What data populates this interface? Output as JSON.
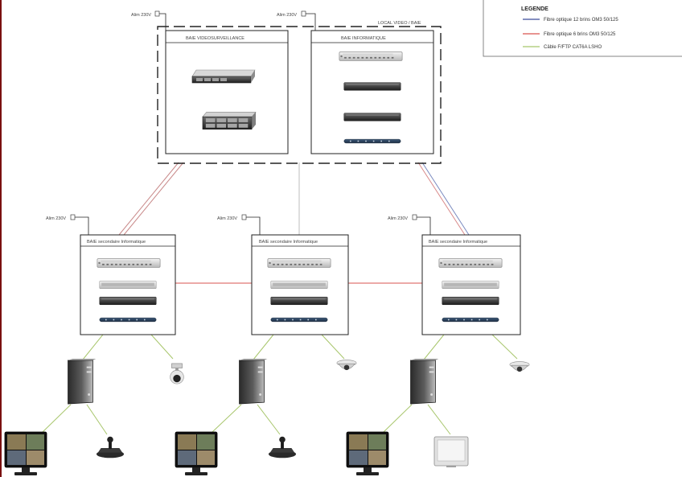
{
  "colors": {
    "fiber_om3_12": "#3a4a9a",
    "fiber_om3_6": "#d9534f",
    "cable_cat6a": "#a8c66c",
    "power": "#222222",
    "panel_border": "#222222",
    "left_edge": "#7a1010"
  },
  "legend": {
    "title": "LEGENDE",
    "items": [
      {
        "label": "Fibre optique 12 brins OM3 50/125",
        "color_key": "fiber_om3_12"
      },
      {
        "label": "Fibre optique 6 brins OM3 50/125",
        "color_key": "fiber_om3_6"
      },
      {
        "label": "Câble F/FTP CAT6A LSHO",
        "color_key": "cable_cat6a"
      }
    ]
  },
  "local": {
    "label": "LOCAL VIDEO / BAIE",
    "power_left": "Alim 230V",
    "power_right": "Alim 230V",
    "bay_video_label": "BAIE VIDEOSURVEILLANCE",
    "bay_info_label": "BAIE INFORMATIQUE",
    "bay_video_devices": [
      "server-1u-icon",
      "storage-nas-icon"
    ],
    "bay_info_devices": [
      "patch-panel-fiber-icon",
      "network-switch-icon",
      "network-switch-icon",
      "power-strip-icon"
    ]
  },
  "secondary_bays": [
    {
      "label": "BAIE secondaire Informatique",
      "power": "Alim 230V"
    },
    {
      "label": "BAIE secondaire Informatique",
      "power": "Alim 230V"
    },
    {
      "label": "BAIE secondaire Informatique",
      "power": "Alim 230V"
    }
  ],
  "stations": [
    {
      "pc": "desktop-pc-icon",
      "camera": "ptz-camera-icon",
      "monitor": "cctv-monitor-icon",
      "control": "joystick-icon"
    },
    {
      "pc": "desktop-pc-icon",
      "camera": "dome-camera-icon",
      "monitor": "cctv-monitor-icon",
      "control": "joystick-icon"
    },
    {
      "pc": "desktop-pc-icon",
      "camera": "dome-camera-icon",
      "monitor": "cctv-monitor-icon",
      "control": "touch-panel-icon"
    }
  ]
}
